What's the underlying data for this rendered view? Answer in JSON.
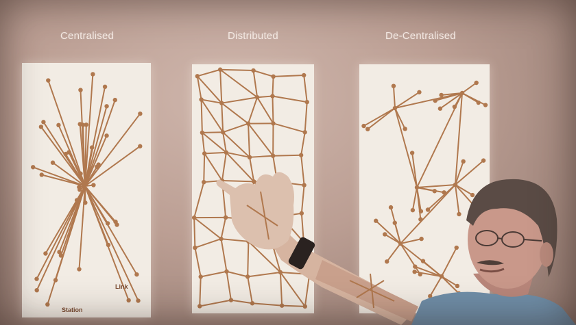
{
  "scene": {
    "description_icon": "presenter-photo",
    "colors": {
      "network": "#b0784e",
      "panel": "#f2ece4",
      "wall": "#bb9e93"
    }
  },
  "panels": {
    "centralised": {
      "title": "Centralised",
      "link_label": "Link",
      "station_label": "Station"
    },
    "distributed": {
      "title": "Distributed"
    },
    "decentralised": {
      "title": "De-Centralised"
    }
  }
}
